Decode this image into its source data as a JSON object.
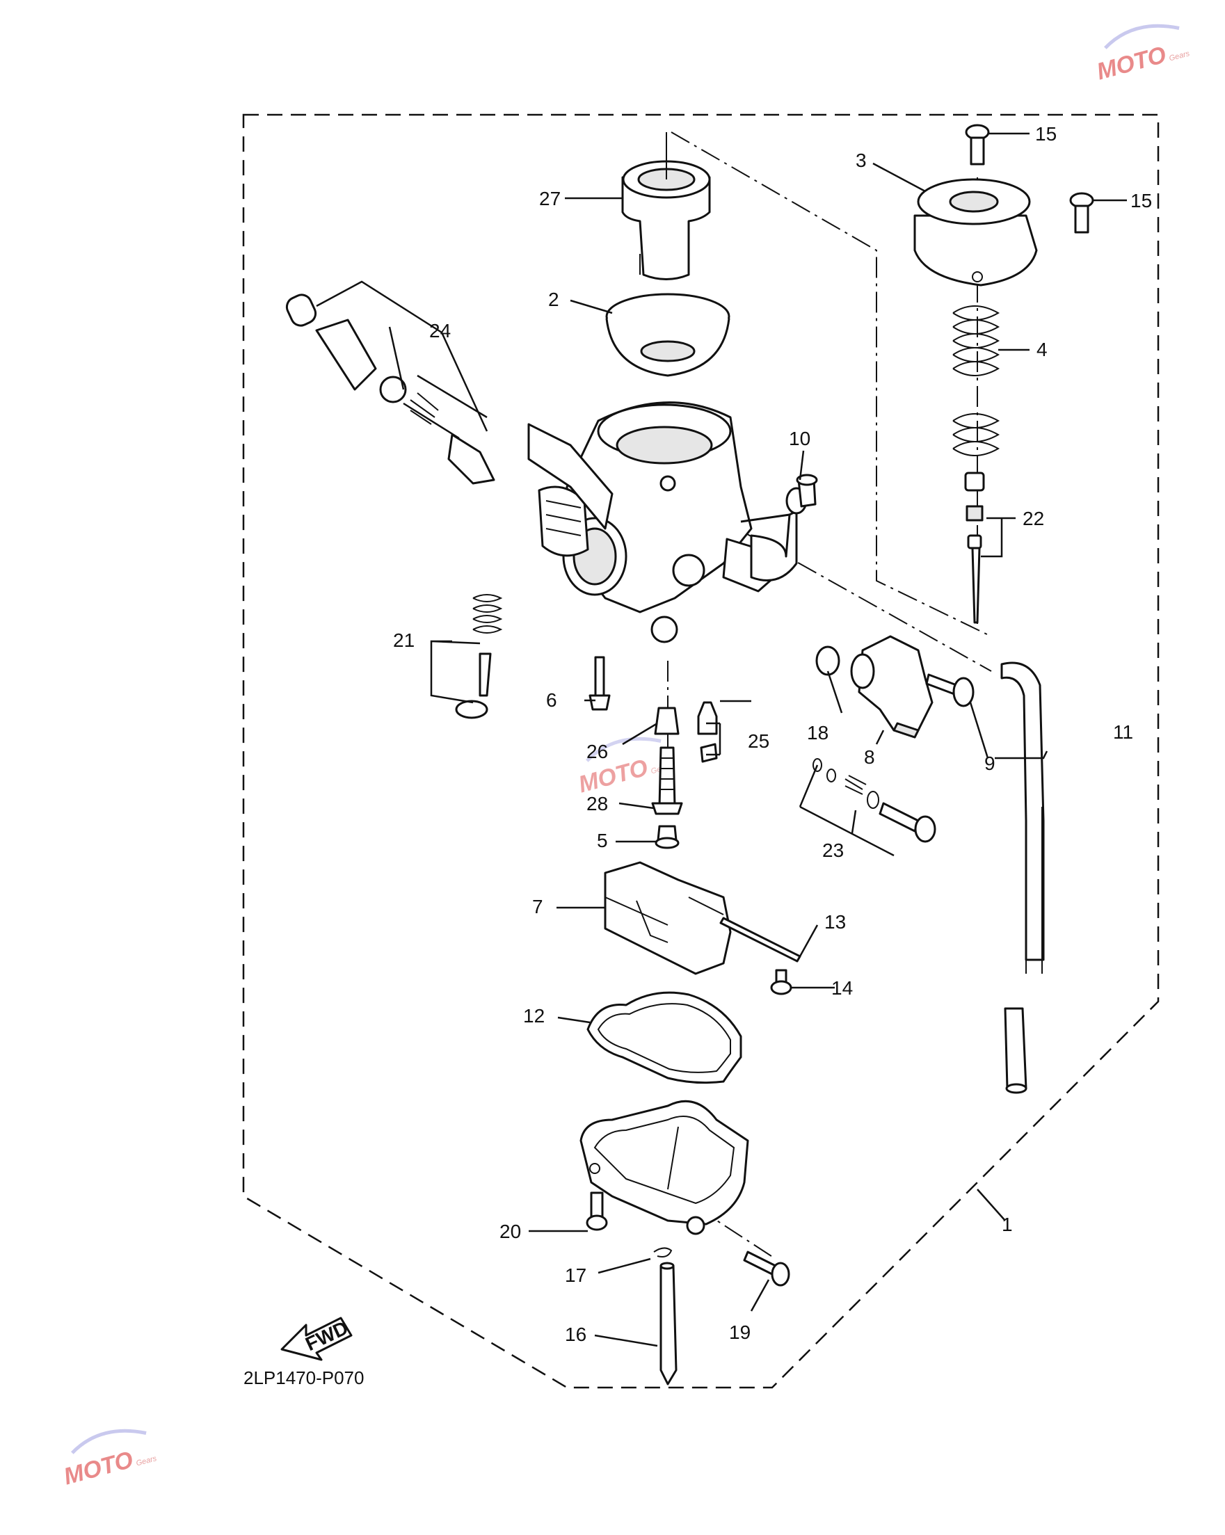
{
  "diagram_code": "2LP1470-P070",
  "fwd_label": "FWD",
  "callouts": [
    {
      "id": "c1",
      "text": "1"
    },
    {
      "id": "c2",
      "text": "2"
    },
    {
      "id": "c3",
      "text": "3"
    },
    {
      "id": "c4",
      "text": "4"
    },
    {
      "id": "c5",
      "text": "5"
    },
    {
      "id": "c6",
      "text": "6"
    },
    {
      "id": "c7",
      "text": "7"
    },
    {
      "id": "c8",
      "text": "8"
    },
    {
      "id": "c9",
      "text": "9"
    },
    {
      "id": "c10",
      "text": "10"
    },
    {
      "id": "c11",
      "text": "11"
    },
    {
      "id": "c12",
      "text": "12"
    },
    {
      "id": "c13",
      "text": "13"
    },
    {
      "id": "c14",
      "text": "14"
    },
    {
      "id": "c15a",
      "text": "15"
    },
    {
      "id": "c15b",
      "text": "15"
    },
    {
      "id": "c16",
      "text": "16"
    },
    {
      "id": "c17",
      "text": "17"
    },
    {
      "id": "c18",
      "text": "18"
    },
    {
      "id": "c19",
      "text": "19"
    },
    {
      "id": "c20",
      "text": "20"
    },
    {
      "id": "c21",
      "text": "21"
    },
    {
      "id": "c22",
      "text": "22"
    },
    {
      "id": "c23",
      "text": "23"
    },
    {
      "id": "c24",
      "text": "24"
    },
    {
      "id": "c25",
      "text": "25"
    },
    {
      "id": "c26",
      "text": "26"
    },
    {
      "id": "c27",
      "text": "27"
    },
    {
      "id": "c28",
      "text": "28"
    }
  ],
  "watermark": {
    "brand": "MOTO",
    "sub": "Gears",
    "color": "#e98a8a"
  }
}
